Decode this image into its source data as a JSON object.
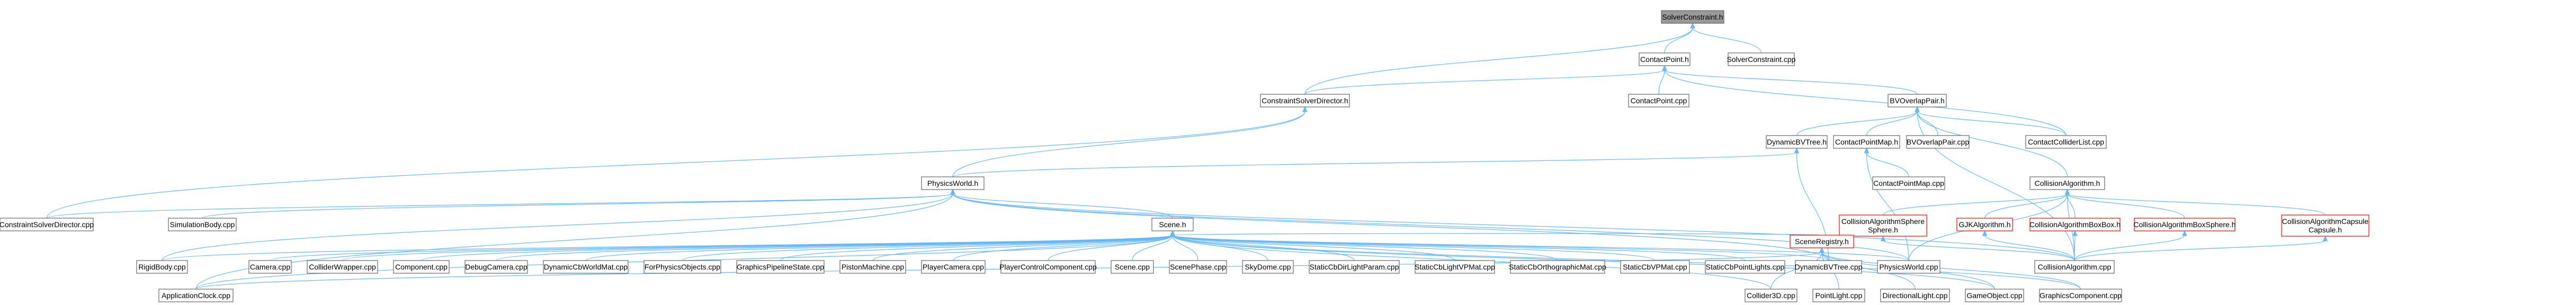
{
  "title": "",
  "colors": {
    "edge": "#63b8ff",
    "node_border": "#666666",
    "node_border_missing": "#ff0000",
    "node_fill": "#ffffff",
    "root_fill": "#999999"
  },
  "nodes": [
    {
      "id": "solver_h",
      "label": "SolverConstraint.h",
      "kind": "root"
    },
    {
      "id": "contactpoint_h",
      "label": "ContactPoint.h"
    },
    {
      "id": "solverconstraint_cpp",
      "label": "SolverConstraint.cpp"
    },
    {
      "id": "constraintsolverdirector_h",
      "label": "ConstraintSolverDirector.h"
    },
    {
      "id": "contactpoint_cpp",
      "label": "ContactPoint.cpp"
    },
    {
      "id": "bvoverlappair_h",
      "label": "BVOverlapPair.h"
    },
    {
      "id": "dynamicbvtree_h",
      "label": "DynamicBVTree.h"
    },
    {
      "id": "contactpointmap_h",
      "label": "ContactPointMap.h"
    },
    {
      "id": "bvoverlappair_cpp",
      "label": "BVOverlapPair.cpp"
    },
    {
      "id": "contactcolliderlist_cpp",
      "label": "ContactColliderList.cpp"
    },
    {
      "id": "contactpointmap_cpp",
      "label": "ContactPointMap.cpp"
    },
    {
      "id": "physicsworld_h",
      "label": "PhysicsWorld.h"
    },
    {
      "id": "collisionalgorithm_h",
      "label": "CollisionAlgorithm.h"
    },
    {
      "id": "constraintsolverdirector_cpp",
      "label": "ConstraintSolverDirector.cpp"
    },
    {
      "id": "simulationbody_cpp",
      "label": "SimulationBody.cpp"
    },
    {
      "id": "collisionalgorithmsphere_h",
      "label": "CollisionAlgorithmSphere\nSphere.h",
      "kind": "missing"
    },
    {
      "id": "gjkalgorithm_h",
      "label": "GJKAlgorithm.h",
      "kind": "missing"
    },
    {
      "id": "collisionalgorithmboxbox_h",
      "label": "CollisionAlgorithmBoxBox.h",
      "kind": "missing"
    },
    {
      "id": "collisionalgorithmboxsphere_h",
      "label": "CollisionAlgorithmBoxSphere.h",
      "kind": "missing"
    },
    {
      "id": "collisionalgorithmcapsule_h",
      "label": "CollisionAlgorithmCapsule\nCapsule.h",
      "kind": "missing"
    },
    {
      "id": "scene_h",
      "label": "Scene.h"
    },
    {
      "id": "rigidbody_cpp",
      "label": "RigidBody.cpp"
    },
    {
      "id": "camera_cpp",
      "label": "Camera.cpp"
    },
    {
      "id": "colliderwrapper_cpp",
      "label": "ColliderWrapper.cpp"
    },
    {
      "id": "component_cpp",
      "label": "Component.cpp"
    },
    {
      "id": "debugcamera_cpp",
      "label": "DebugCamera.cpp"
    },
    {
      "id": "dynamiccbworldmat_cpp",
      "label": "DynamicCbWorldMat.cpp"
    },
    {
      "id": "forphysicsobjects_cpp",
      "label": "ForPhysicsObjects.cpp"
    },
    {
      "id": "graphicspipelinestate_cpp",
      "label": "GraphicsPipelineState.cpp"
    },
    {
      "id": "pistonmachine_cpp",
      "label": "PistonMachine.cpp"
    },
    {
      "id": "playercamera_cpp",
      "label": "PlayerCamera.cpp"
    },
    {
      "id": "playercontrolcomponent_cpp",
      "label": "PlayerControlComponent.cpp"
    },
    {
      "id": "scene_cpp",
      "label": "Scene.cpp"
    },
    {
      "id": "scenephase_cpp",
      "label": "ScenePhase.cpp"
    },
    {
      "id": "skydome_cpp",
      "label": "SkyDome.cpp"
    },
    {
      "id": "staticcbdirlightparam_cpp",
      "label": "StaticCbDirLightParam.cpp"
    },
    {
      "id": "staticcblightvpmat_cpp",
      "label": "StaticCbLightVPMat.cpp"
    },
    {
      "id": "staticcborthographicmat_cpp",
      "label": "StaticCbOrthographicMat.cpp"
    },
    {
      "id": "staticcbvpmat_cpp",
      "label": "StaticCbVPMat.cpp"
    },
    {
      "id": "staticcbpointlights_cpp",
      "label": "StaticCbPointLights.cpp"
    },
    {
      "id": "sceneregistry_h",
      "label": "SceneRegistry.h",
      "kind": "missing"
    },
    {
      "id": "dynamicbvtree_cpp",
      "label": "DynamicBVTree.cpp"
    },
    {
      "id": "physicsworld_cpp",
      "label": "PhysicsWorld.cpp"
    },
    {
      "id": "collisionalgorithm_cpp",
      "label": "CollisionAlgorithm.cpp"
    },
    {
      "id": "applicationclock_cpp",
      "label": "ApplicationClock.cpp"
    },
    {
      "id": "collider3d_cpp",
      "label": "Collider3D.cpp"
    },
    {
      "id": "pointlight_cpp",
      "label": "PointLight.cpp"
    },
    {
      "id": "directionallight_cpp",
      "label": "DirectionalLight.cpp"
    },
    {
      "id": "gameobject_cpp",
      "label": "GameObject.cpp"
    },
    {
      "id": "graphicscomponent_cpp",
      "label": "GraphicsComponent.cpp"
    }
  ],
  "edges": [
    [
      "solver_h",
      "contactpoint_h"
    ],
    [
      "solver_h",
      "solverconstraint_cpp"
    ],
    [
      "solver_h",
      "constraintsolverdirector_h"
    ],
    [
      "contactpoint_h",
      "contactpoint_cpp"
    ],
    [
      "contactpoint_h",
      "bvoverlappair_h"
    ],
    [
      "contactpoint_h",
      "constraintsolverdirector_h"
    ],
    [
      "contactpoint_h",
      "contactcolliderlist_cpp"
    ],
    [
      "bvoverlappair_h",
      "dynamicbvtree_h"
    ],
    [
      "bvoverlappair_h",
      "contactpointmap_h"
    ],
    [
      "bvoverlappair_h",
      "bvoverlappair_cpp"
    ],
    [
      "bvoverlappair_h",
      "contactcolliderlist_cpp"
    ],
    [
      "bvoverlappair_h",
      "collisionalgorithm_h"
    ],
    [
      "bvoverlappair_h",
      "collisionalgorithm_cpp"
    ],
    [
      "contactpointmap_h",
      "contactpointmap_cpp"
    ],
    [
      "contactpointmap_h",
      "physicsworld_cpp"
    ],
    [
      "dynamicbvtree_h",
      "physicsworld_h"
    ],
    [
      "dynamicbvtree_h",
      "dynamicbvtree_cpp"
    ],
    [
      "constraintsolverdirector_h",
      "physicsworld_h"
    ],
    [
      "constraintsolverdirector_h",
      "constraintsolverdirector_cpp"
    ],
    [
      "collisionalgorithm_h",
      "collisionalgorithmsphere_h"
    ],
    [
      "collisionalgorithm_h",
      "gjkalgorithm_h"
    ],
    [
      "collisionalgorithm_h",
      "collisionalgorithmboxbox_h"
    ],
    [
      "collisionalgorithm_h",
      "collisionalgorithmboxsphere_h"
    ],
    [
      "collisionalgorithm_h",
      "collisionalgorithmcapsule_h"
    ],
    [
      "collisionalgorithm_h",
      "collisionalgorithm_cpp"
    ],
    [
      "collisionalgorithm_h",
      "physicsworld_cpp"
    ],
    [
      "collisionalgorithmsphere_h",
      "collisionalgorithm_cpp"
    ],
    [
      "gjkalgorithm_h",
      "collisionalgorithm_cpp"
    ],
    [
      "collisionalgorithmboxbox_h",
      "collisionalgorithm_cpp"
    ],
    [
      "collisionalgorithmboxsphere_h",
      "collisionalgorithm_cpp"
    ],
    [
      "collisionalgorithmcapsule_h",
      "collisionalgorithm_cpp"
    ],
    [
      "physicsworld_h",
      "constraintsolverdirector_cpp"
    ],
    [
      "physicsworld_h",
      "simulationbody_cpp"
    ],
    [
      "physicsworld_h",
      "rigidbody_cpp"
    ],
    [
      "physicsworld_h",
      "applicationclock_cpp"
    ],
    [
      "physicsworld_h",
      "scene_h"
    ],
    [
      "physicsworld_h",
      "physicsworld_cpp"
    ],
    [
      "physicsworld_h",
      "dynamicbvtree_cpp"
    ],
    [
      "physicsworld_h",
      "collisionalgorithm_cpp"
    ],
    [
      "scene_h",
      "rigidbody_cpp"
    ],
    [
      "scene_h",
      "camera_cpp"
    ],
    [
      "scene_h",
      "colliderwrapper_cpp"
    ],
    [
      "scene_h",
      "component_cpp"
    ],
    [
      "scene_h",
      "debugcamera_cpp"
    ],
    [
      "scene_h",
      "dynamiccbworldmat_cpp"
    ],
    [
      "scene_h",
      "forphysicsobjects_cpp"
    ],
    [
      "scene_h",
      "graphicspipelinestate_cpp"
    ],
    [
      "scene_h",
      "pistonmachine_cpp"
    ],
    [
      "scene_h",
      "playercamera_cpp"
    ],
    [
      "scene_h",
      "playercontrolcomponent_cpp"
    ],
    [
      "scene_h",
      "scene_cpp"
    ],
    [
      "scene_h",
      "scenephase_cpp"
    ],
    [
      "scene_h",
      "skydome_cpp"
    ],
    [
      "scene_h",
      "staticcbdirlightparam_cpp"
    ],
    [
      "scene_h",
      "staticcblightvpmat_cpp"
    ],
    [
      "scene_h",
      "staticcborthographicmat_cpp"
    ],
    [
      "scene_h",
      "staticcbvpmat_cpp"
    ],
    [
      "scene_h",
      "staticcbpointlights_cpp"
    ],
    [
      "scene_h",
      "sceneregistry_h"
    ],
    [
      "scene_h",
      "dynamicbvtree_cpp"
    ],
    [
      "scene_h",
      "physicsworld_cpp"
    ],
    [
      "scene_h",
      "applicationclock_cpp"
    ],
    [
      "scene_h",
      "collider3d_cpp"
    ],
    [
      "scene_h",
      "gameobject_cpp"
    ],
    [
      "scene_h",
      "graphicscomponent_cpp"
    ],
    [
      "sceneregistry_h",
      "collider3d_cpp"
    ],
    [
      "sceneregistry_h",
      "pointlight_cpp"
    ],
    [
      "sceneregistry_h",
      "directionallight_cpp"
    ],
    [
      "sceneregistry_h",
      "gameobject_cpp"
    ],
    [
      "sceneregistry_h",
      "graphicscomponent_cpp"
    ],
    [
      "sceneregistry_h",
      "applicationclock_cpp"
    ]
  ]
}
